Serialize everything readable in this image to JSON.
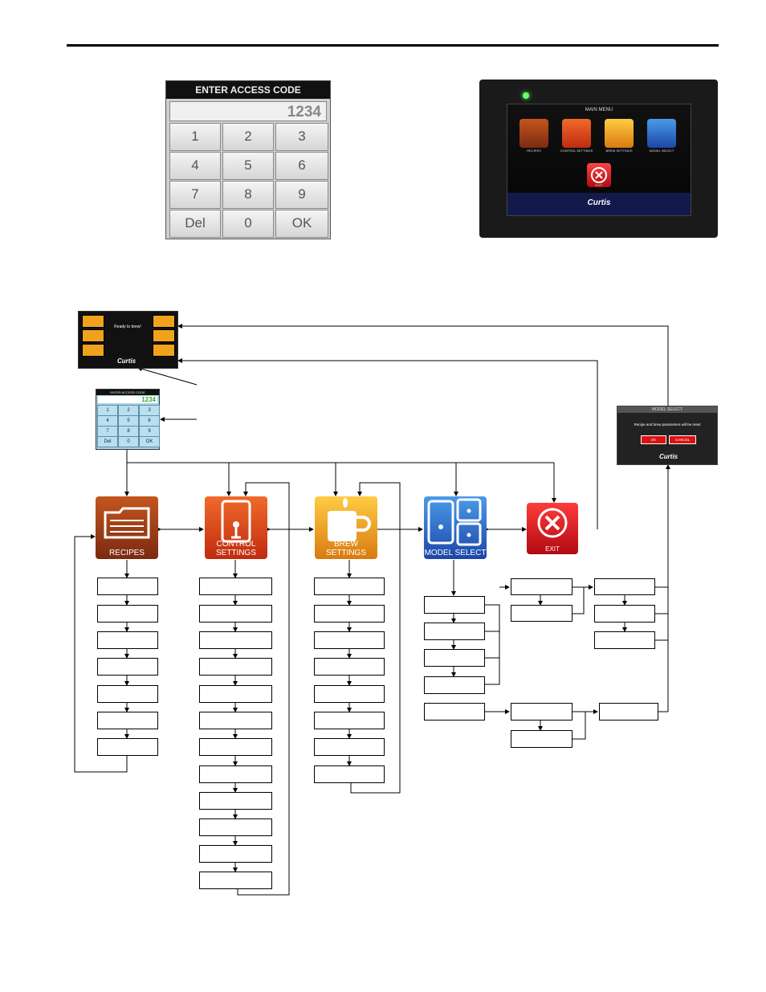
{
  "keypad_photo": {
    "title": "ENTER ACCESS CODE",
    "display": "1234",
    "keys": [
      "1",
      "2",
      "3",
      "4",
      "5",
      "6",
      "7",
      "8",
      "9",
      "Del",
      "0",
      "OK"
    ]
  },
  "main_menu_photo": {
    "title": "MAIN MENU",
    "items": [
      "RECIPES",
      "CONTROL SETTINGS",
      "BREW SETTINGS",
      "MODEL SELECT",
      "EXIT"
    ],
    "logo": "Curtis"
  },
  "home_screen": {
    "status": "Ready to brew!",
    "logo": "Curtis"
  },
  "mini_keypad": {
    "title": "ENTER ACCESS CODE",
    "display": "1234",
    "keys": [
      "1",
      "2",
      "3",
      "4",
      "5",
      "6",
      "7",
      "8",
      "9",
      "Del",
      "0",
      "OK"
    ]
  },
  "menu_icons": {
    "recipes": "RECIPES",
    "control_settings": "CONTROL SETTINGS",
    "brew_settings": "BREW SETTINGS",
    "model_select": "MODEL SELECT",
    "exit": "EXIT"
  },
  "model_select_dialog": {
    "title": "MODEL SELECT",
    "message": "Recipe and brew parameters will be reset",
    "ok": "OK",
    "cancel": "CANCEL",
    "logo": "Curtis"
  },
  "colors": {
    "recipes": "#7a2a12",
    "control": "#d8401a",
    "brew": "#e8931a",
    "model": "#2a55b5",
    "exit": "#c8121b"
  }
}
